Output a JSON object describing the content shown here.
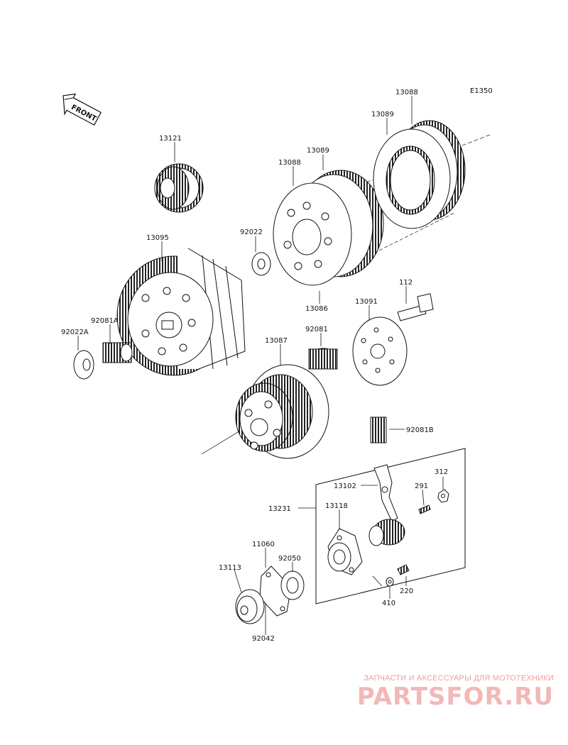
{
  "diagram": {
    "code": "E1350",
    "front_label": "FRONT",
    "parts": {
      "p13088a": "13088",
      "p13089a": "13089",
      "p13089b": "13089",
      "p13088b": "13088",
      "p13121": "13121",
      "p13095": "13095",
      "p92022": "92022",
      "p13086": "13086",
      "p112": "112",
      "p13091": "13091",
      "p92081A": "92081A",
      "p92022A": "92022A",
      "p92081": "92081",
      "p13087": "13087",
      "p92081B": "92081B",
      "p312": "312",
      "p13102": "13102",
      "p291": "291",
      "p13231": "13231",
      "p13118": "13118",
      "p11060": "11060",
      "p92050": "92050",
      "p13113": "13113",
      "p220": "220",
      "p410": "410",
      "p92042": "92042"
    }
  },
  "watermark": {
    "tagline": "ЗАПЧАСТИ И АКСЕССУАРЫ ДЛЯ МОТОТЕХНИКИ",
    "logo": "PARTSFOR.RU"
  }
}
